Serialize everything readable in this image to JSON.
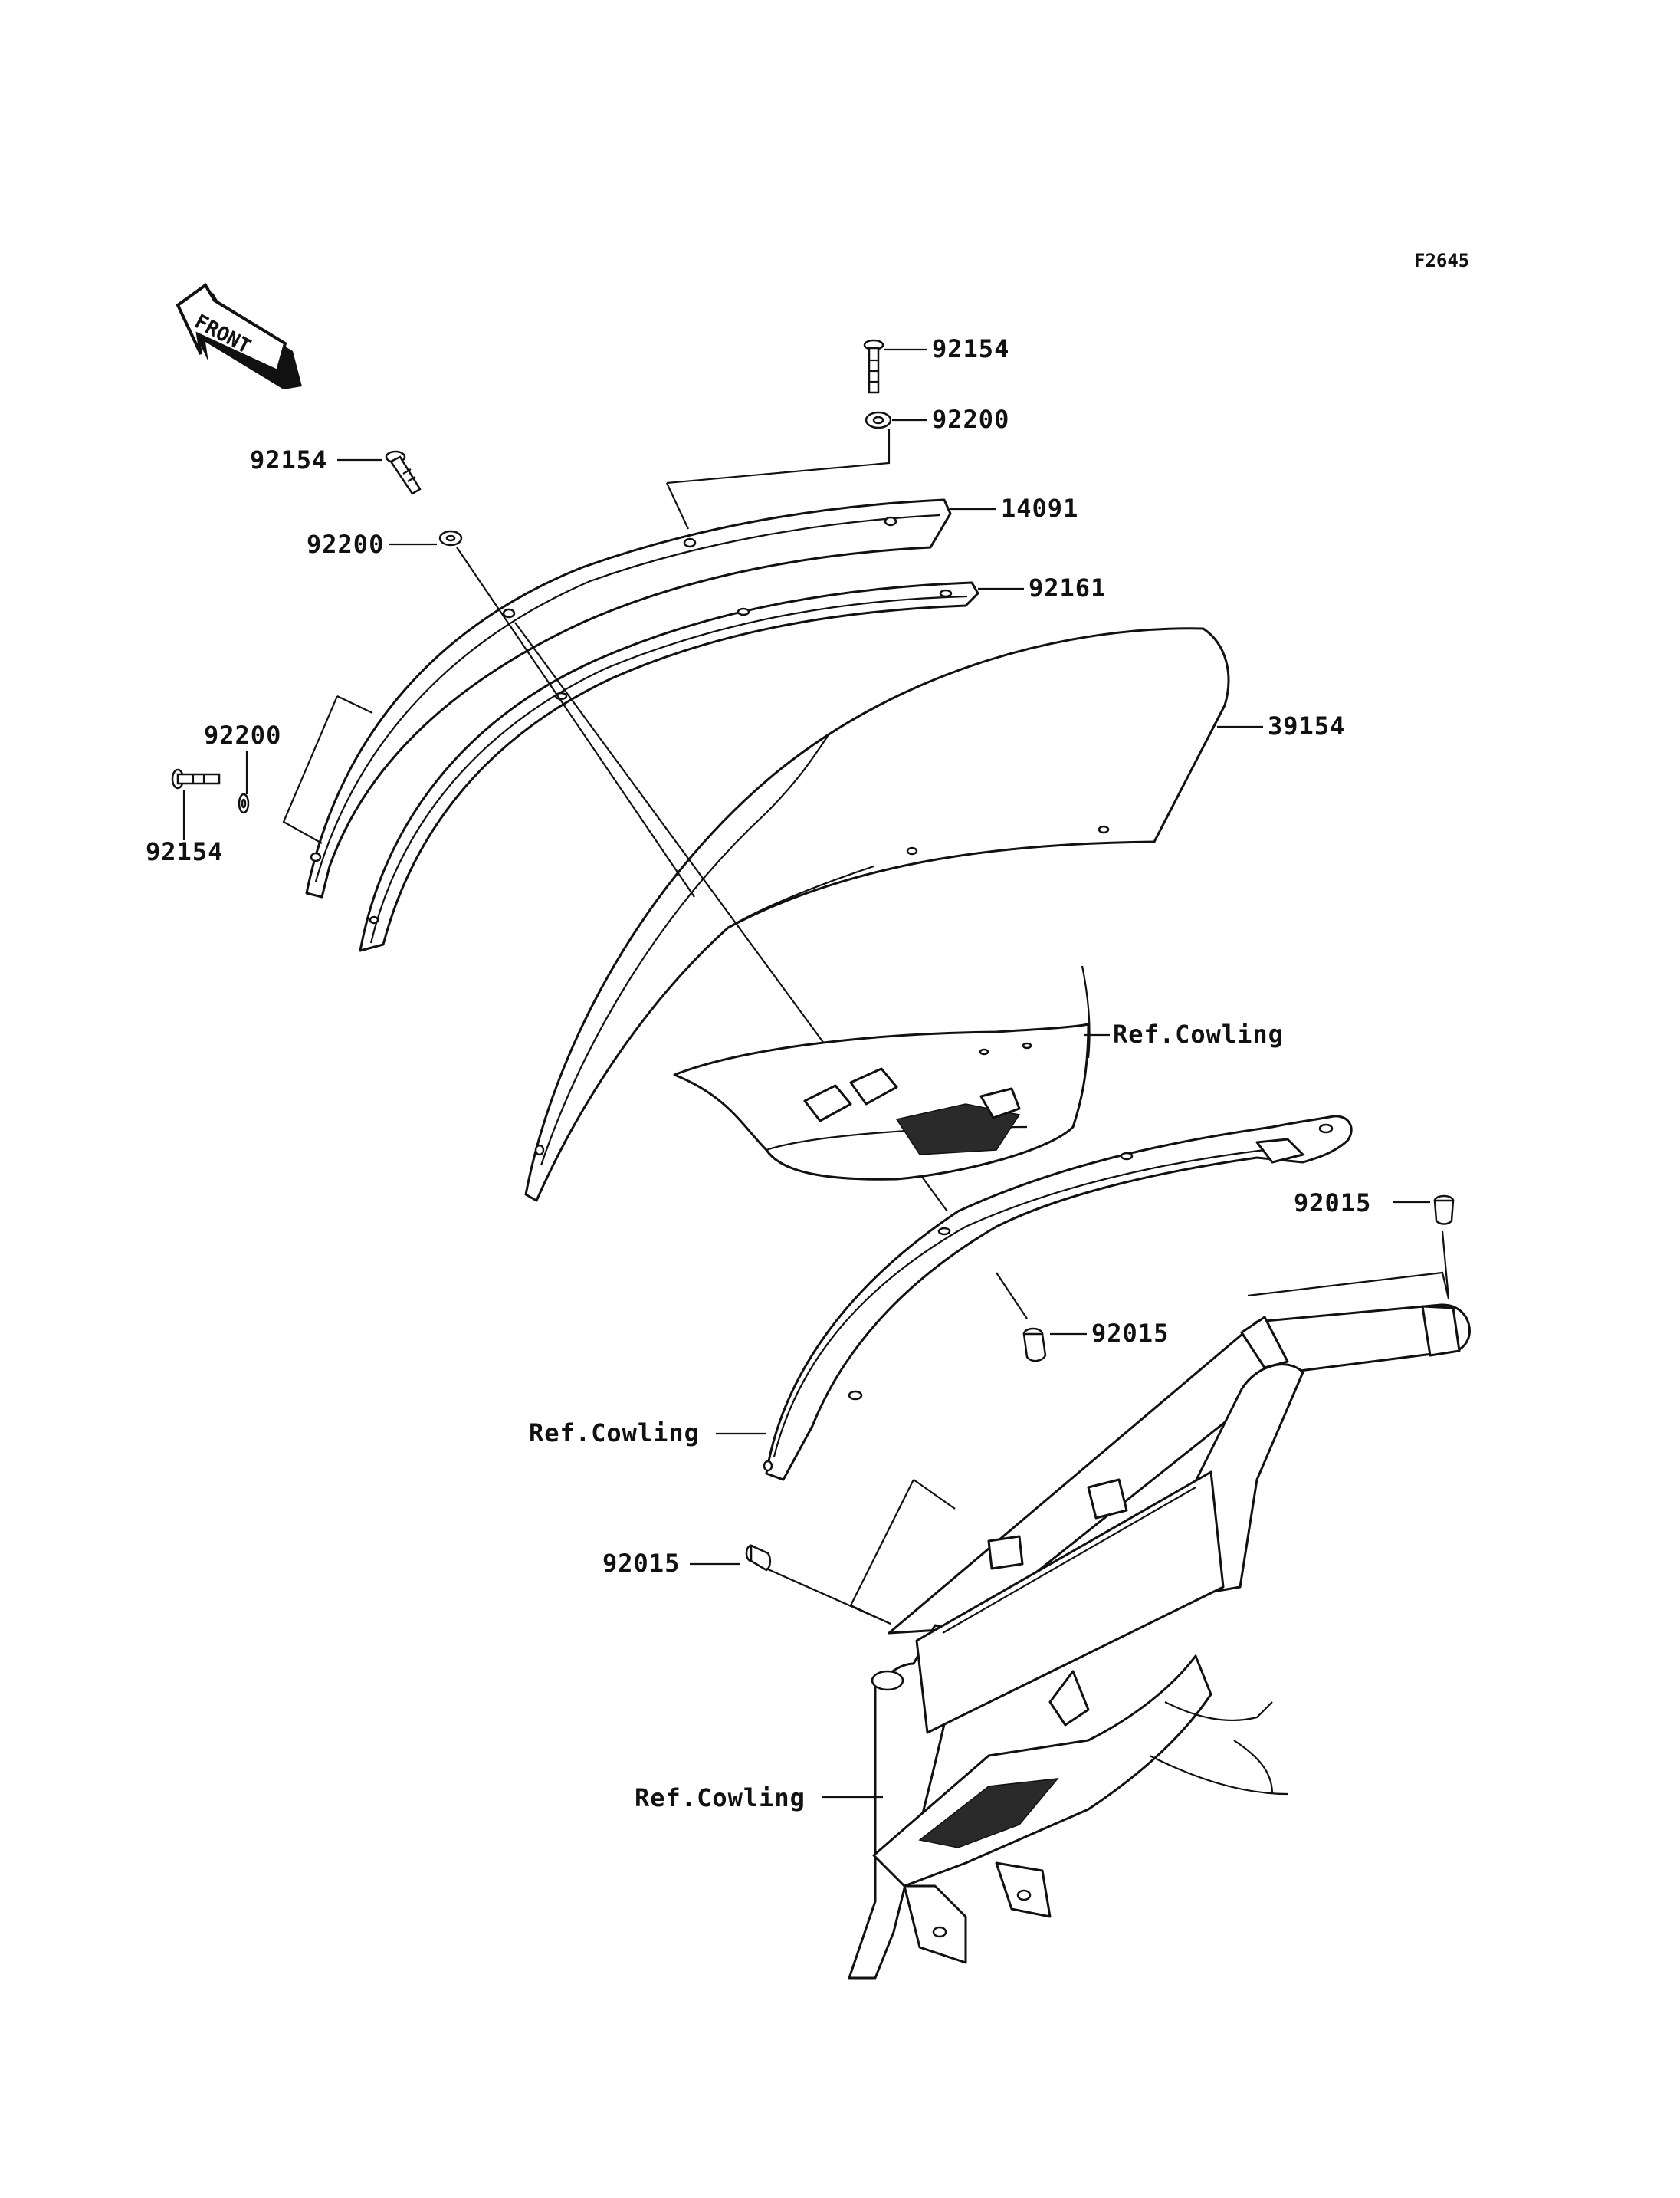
{
  "figure_code": "F2645",
  "front_label": "FRONT",
  "labels": {
    "bolt_top": "92154",
    "washer_top": "92200",
    "bolt_left_upper": "92154",
    "washer_left_upper": "92200",
    "cover": "14091",
    "trim": "92161",
    "windshield": "39154",
    "washer_left_lower": "92200",
    "bolt_left_lower": "92154",
    "ref_cowling_upper": "Ref.Cowling",
    "grommet_right": "92015",
    "grommet_center": "92015",
    "ref_cowling_middle": "Ref.Cowling",
    "grommet_left": "92015",
    "ref_cowling_lower": "Ref.Cowling"
  }
}
